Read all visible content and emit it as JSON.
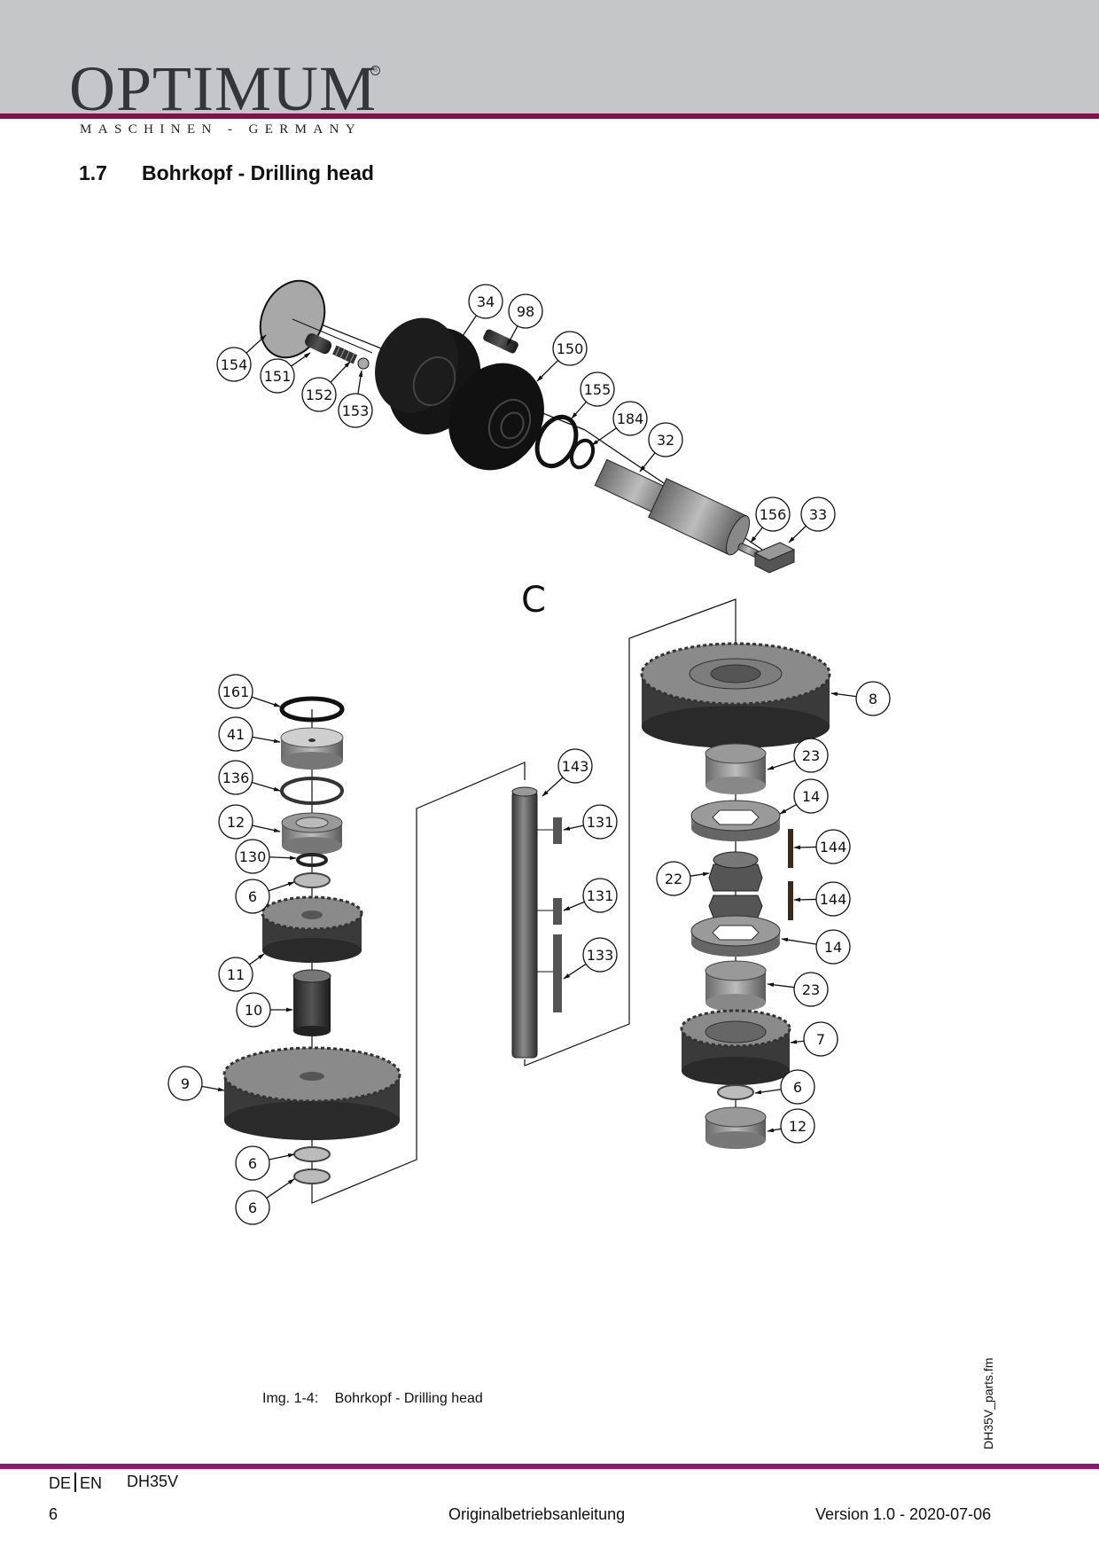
{
  "header": {
    "brand": "OPTIMUM",
    "registered_mark": "®",
    "tagline": "MASCHINEN - GERMANY",
    "brand_color": "#32363b",
    "band_color": "#c4c6ca",
    "accent_color": "#8a0f48"
  },
  "section": {
    "number": "1.7",
    "title": "Bohrkopf - Drilling head"
  },
  "drawing": {
    "detail_marker": "C",
    "top_assembly_parts": [
      "154",
      "151",
      "152",
      "153",
      "34",
      "98",
      "150",
      "155",
      "184",
      "32",
      "156",
      "33"
    ],
    "left_stack_parts": [
      "161",
      "41",
      "136",
      "12",
      "130",
      "6",
      "11",
      "10",
      "9",
      "6",
      "6"
    ],
    "center_shaft_parts": [
      "143",
      "131",
      "131",
      "133"
    ],
    "right_stack_parts": [
      "8",
      "23",
      "14",
      "144",
      "22",
      "144",
      "14",
      "23",
      "7",
      "6",
      "12"
    ]
  },
  "caption": {
    "label": "Img. 1-4:",
    "text": "Bohrkopf - Drilling head"
  },
  "side_file": "DH35V_parts.fm",
  "footer": {
    "lang_de": "DE",
    "lang_en": "EN",
    "model": "DH35V",
    "page_number": "6",
    "doc_type": "Originalbetriebsanleitung",
    "version": "Version 1.0 - 2020-07-06",
    "accent_color": "#8d1a6e"
  }
}
